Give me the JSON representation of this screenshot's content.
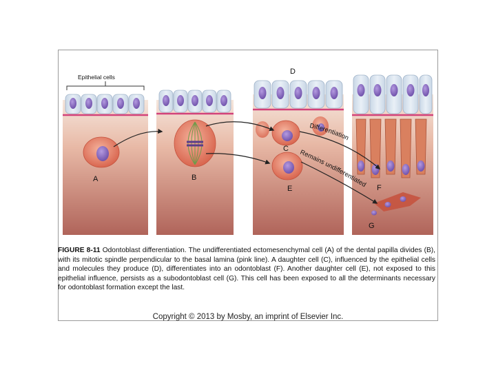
{
  "figure": {
    "epithelial_label": "Epithelial cells",
    "labels": {
      "A": "A",
      "B": "B",
      "C": "C",
      "D": "D",
      "E": "E",
      "F": "F",
      "G": "G"
    },
    "arrow_differentiation": "Differentiation",
    "arrow_remains": "Remains undifferentiated"
  },
  "caption": {
    "figure_label": "FIGURE 8-11",
    "text": "Odontoblast differentiation. The undifferentiated ectomesenchymal cell (A) of the dental papilla divides (B), with its mitotic spindle perpendicular to the basal lamina (pink line). A daughter cell (C), influenced by the epithelial cells and molecules they produce (D), differentiates into an odontoblast (F). Another daughter cell (E), not exposed to this epithelial influence, persists as a subodontoblast cell (G). This cell has been exposed to all the determinants necessary for odontoblast formation except the last."
  },
  "copyright": "Copyright © 2013 by Mosby, an imprint of Elsevier Inc.",
  "colors": {
    "tissue_top": "#f3e2d8",
    "tissue_bottom": "#b4645a",
    "epithelium": "#d7e3ef",
    "nucleus": "#8a6cc0",
    "basal_lamina": "#d2427a",
    "cell_body": "#e48a72"
  }
}
